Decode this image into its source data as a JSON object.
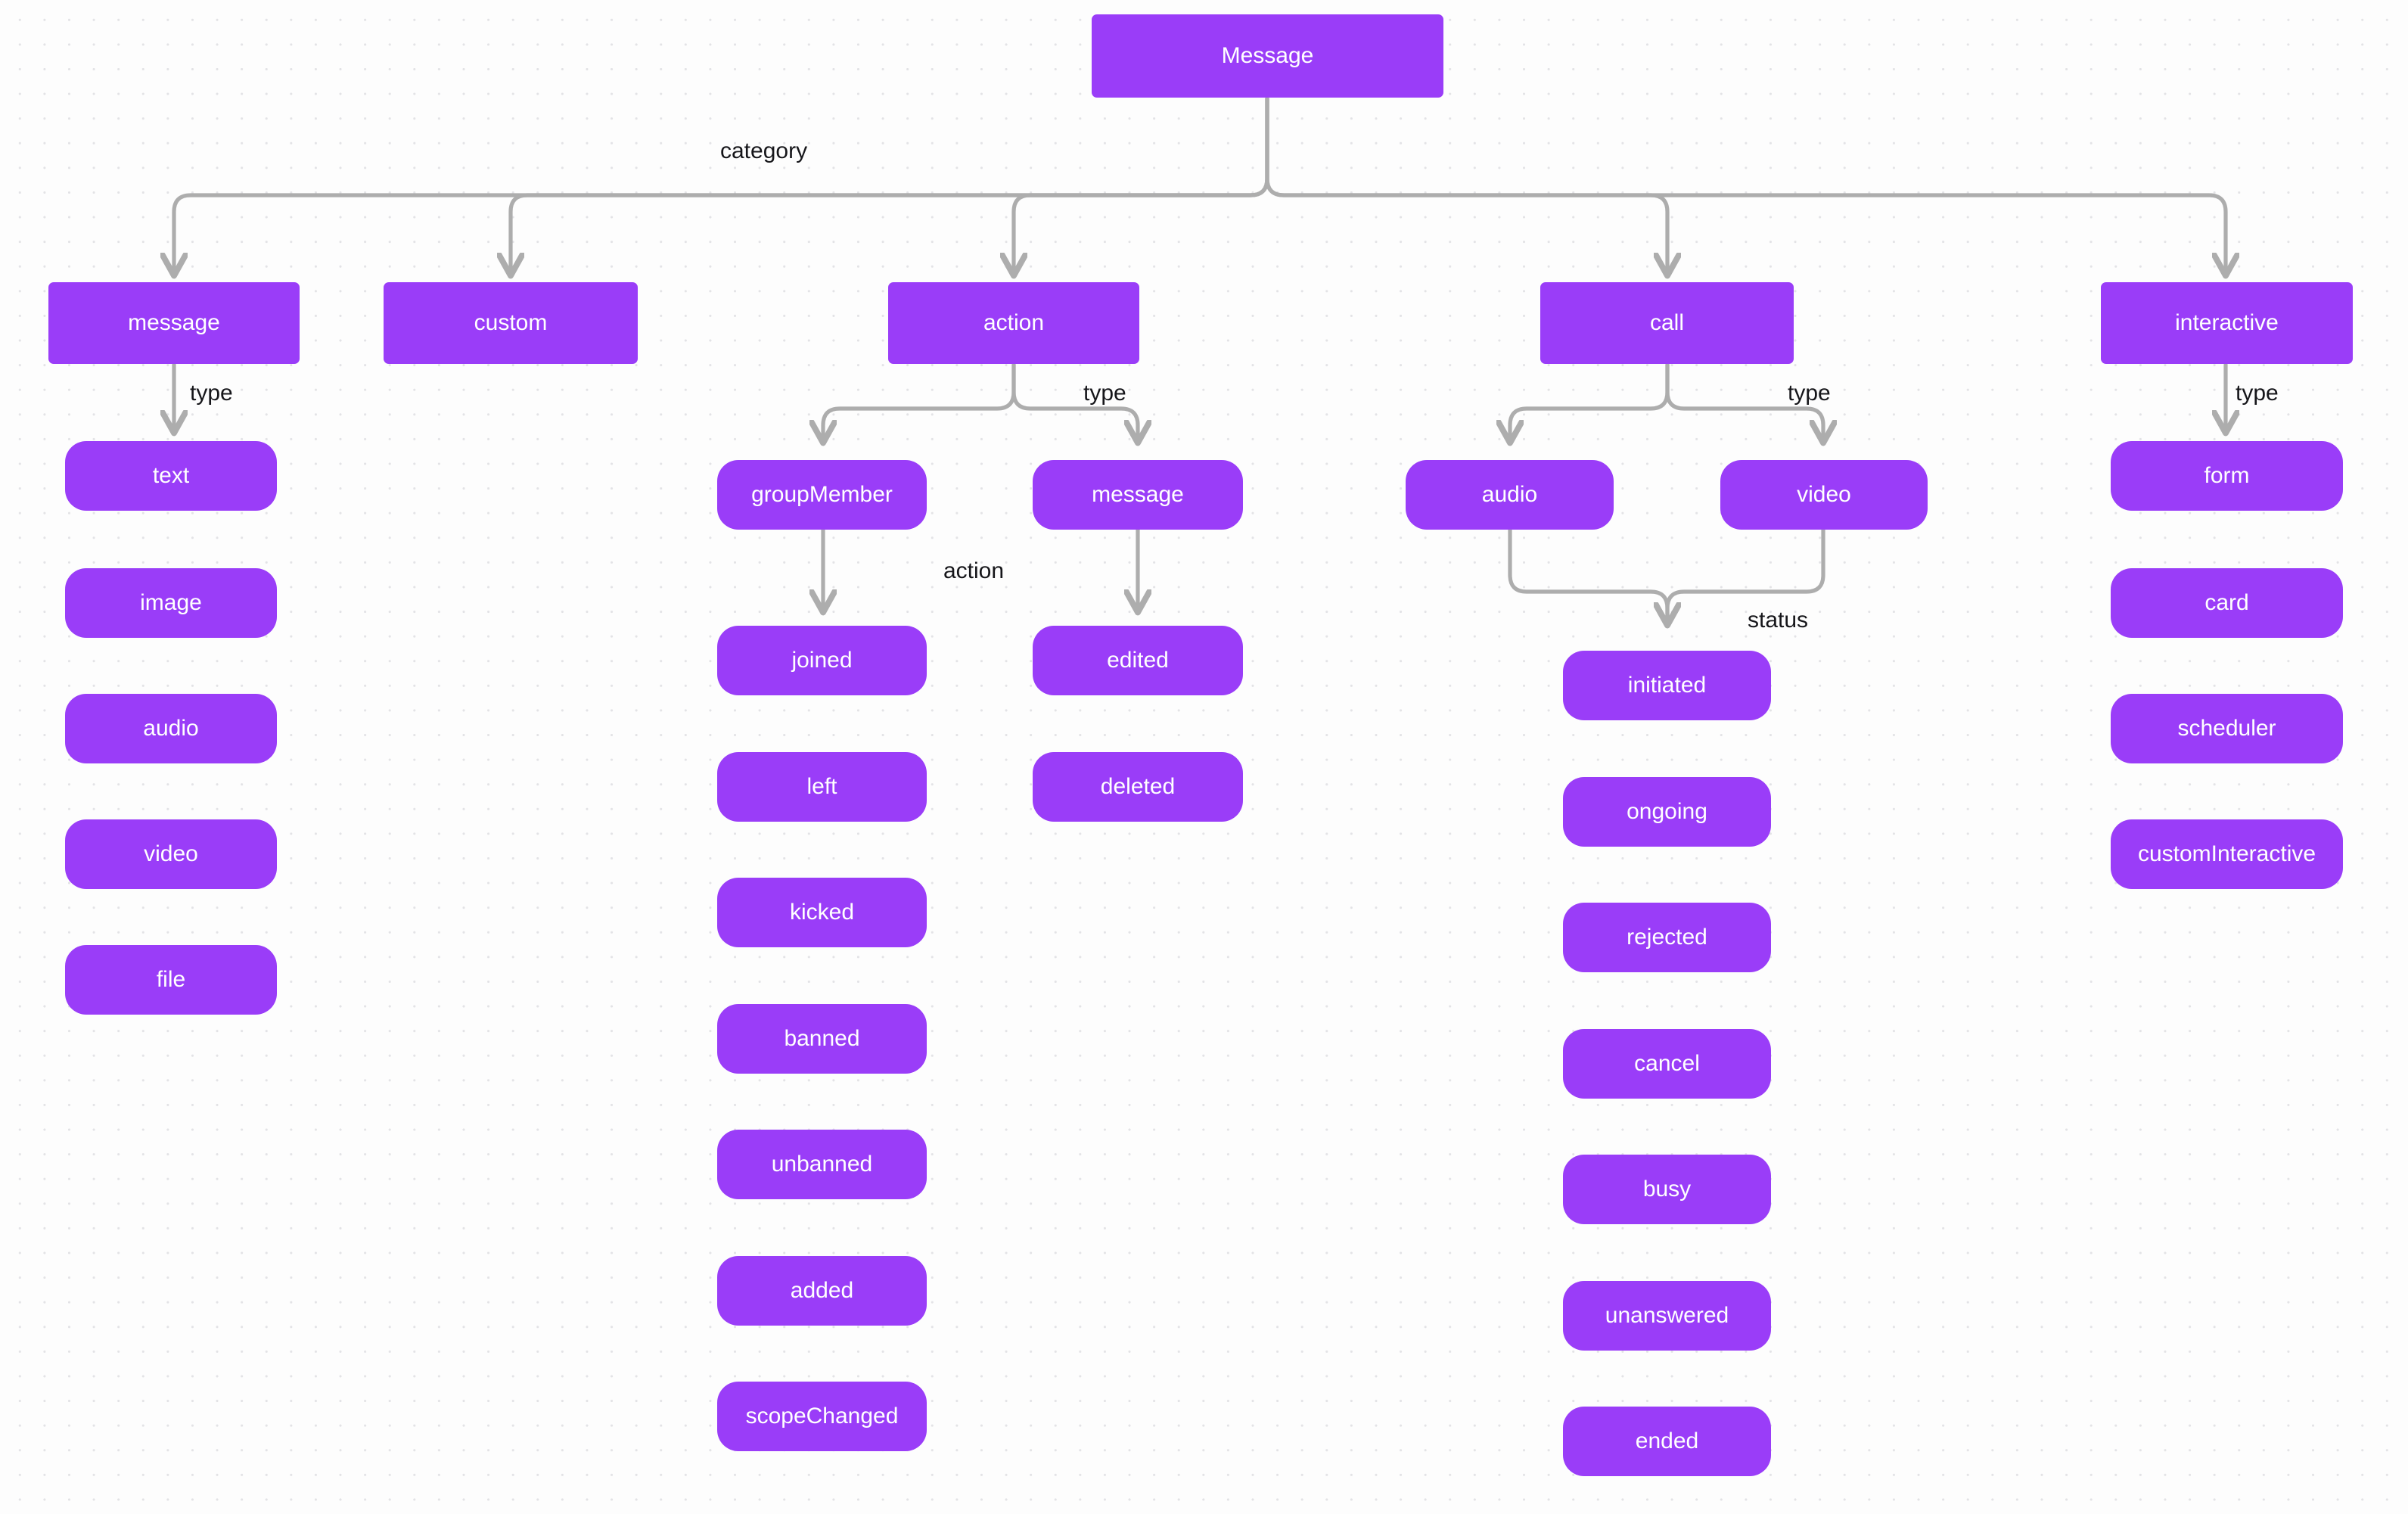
{
  "diagram": {
    "title_node": {
      "label": "Message"
    },
    "theme": {
      "node_fill": "#9A3DF8",
      "node_text": "#ffffff",
      "edge_color": "#ADADAD",
      "label_text": "#16161a",
      "background": "#fdfdfd",
      "dot_color": "#e3e3e6"
    },
    "edge_labels": {
      "category": "category",
      "type_message": "type",
      "type_action": "type",
      "type_call": "type",
      "type_interactive": "type",
      "action_groupmember": "action",
      "status_call": "status"
    },
    "categories": [
      {
        "id": "message",
        "label": "message"
      },
      {
        "id": "custom",
        "label": "custom"
      },
      {
        "id": "action",
        "label": "action"
      },
      {
        "id": "call",
        "label": "call"
      },
      {
        "id": "interactive",
        "label": "interactive"
      }
    ],
    "message_types": [
      {
        "label": "text"
      },
      {
        "label": "image"
      },
      {
        "label": "audio"
      },
      {
        "label": "video"
      },
      {
        "label": "file"
      }
    ],
    "action_types": [
      {
        "label": "groupMember"
      },
      {
        "label": "message"
      }
    ],
    "group_member_actions": [
      {
        "label": "joined"
      },
      {
        "label": "left"
      },
      {
        "label": "kicked"
      },
      {
        "label": "banned"
      },
      {
        "label": "unbanned"
      },
      {
        "label": "added"
      },
      {
        "label": "scopeChanged"
      }
    ],
    "message_actions": [
      {
        "label": "edited"
      },
      {
        "label": "deleted"
      }
    ],
    "call_types": [
      {
        "label": "audio"
      },
      {
        "label": "video"
      }
    ],
    "call_statuses": [
      {
        "label": "initiated"
      },
      {
        "label": "ongoing"
      },
      {
        "label": "rejected"
      },
      {
        "label": "cancel"
      },
      {
        "label": "busy"
      },
      {
        "label": "unanswered"
      },
      {
        "label": "ended"
      }
    ],
    "interactive_types": [
      {
        "label": "form"
      },
      {
        "label": "card"
      },
      {
        "label": "scheduler"
      },
      {
        "label": "customInteractive"
      }
    ]
  }
}
